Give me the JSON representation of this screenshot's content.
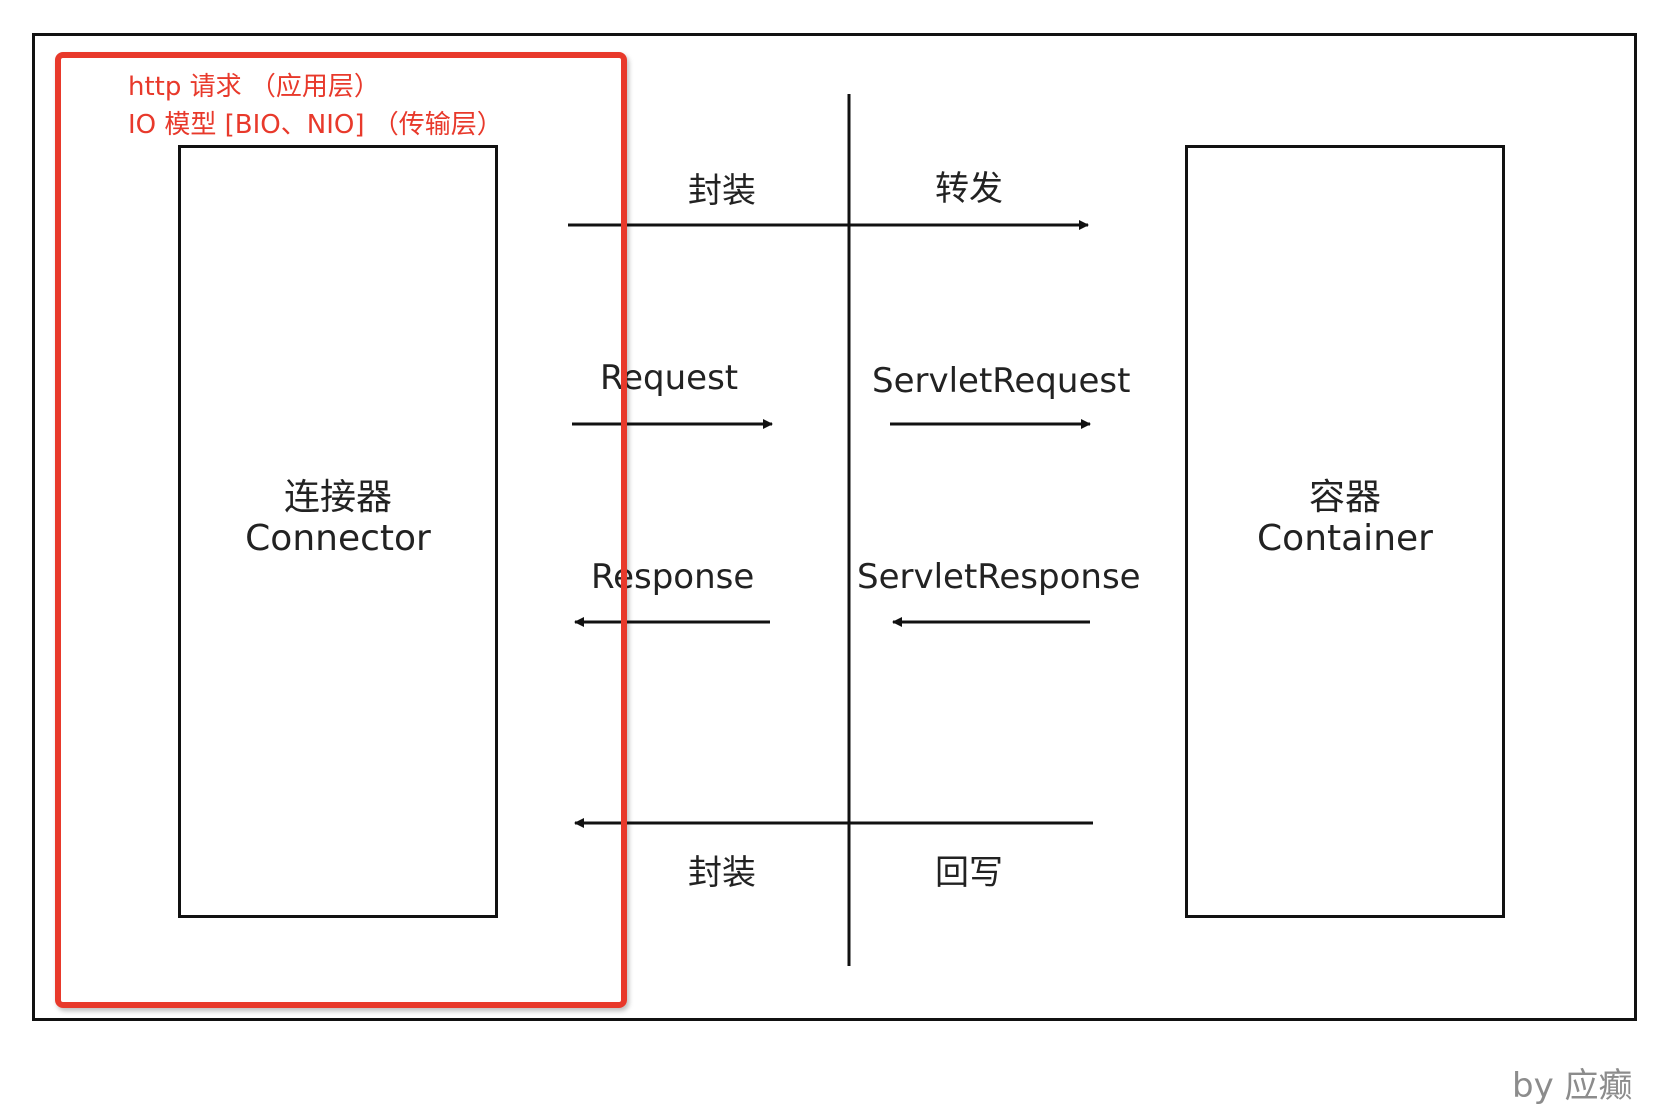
{
  "annotation": {
    "line1": "http 请求 （应用层）",
    "line2": "IO 模型 [BIO、NIO] （传输层）",
    "color": "#e8392b"
  },
  "connector": {
    "name_cn": "连接器",
    "name_en": "Connector"
  },
  "container": {
    "name_cn": "容器",
    "name_en": "Container"
  },
  "flows": {
    "top_left_label": "封装",
    "top_right_label": "转发",
    "request_label": "Request",
    "servlet_request_label": "ServletRequest",
    "response_label": "Response",
    "servlet_response_label": "ServletResponse",
    "bottom_left_label": "封装",
    "bottom_right_label": "回写"
  },
  "credit": "by 应癫"
}
